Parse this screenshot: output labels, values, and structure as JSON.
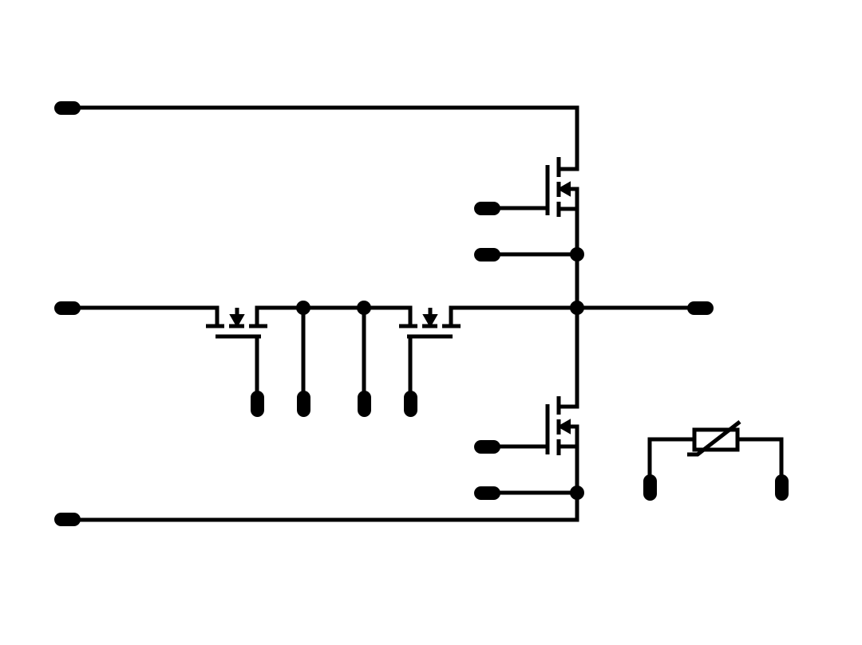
{
  "diagram": {
    "stroke_color": "#000000",
    "background_color": "#ffffff",
    "components": [
      {
        "kind": "mosfet",
        "orientation": "vertical",
        "name": "upper-mosfet"
      },
      {
        "kind": "mosfet",
        "orientation": "vertical",
        "name": "lower-mosfet"
      },
      {
        "kind": "mosfet",
        "orientation": "horizontal",
        "name": "left-series-mosfet"
      },
      {
        "kind": "mosfet",
        "orientation": "horizontal",
        "name": "right-series-mosfet"
      },
      {
        "kind": "varistor",
        "orientation": "horizontal",
        "name": "varistor"
      }
    ],
    "terminals": [
      {
        "name": "terminal-top-left"
      },
      {
        "name": "terminal-mid-left"
      },
      {
        "name": "terminal-bottom-left"
      },
      {
        "name": "terminal-output-right"
      },
      {
        "name": "terminal-upper-gate"
      },
      {
        "name": "terminal-upper-source"
      },
      {
        "name": "terminal-lower-gate"
      },
      {
        "name": "terminal-lower-source"
      },
      {
        "name": "terminal-left-mosfet-gate"
      },
      {
        "name": "terminal-bottom-2"
      },
      {
        "name": "terminal-bottom-3"
      },
      {
        "name": "terminal-right-mosfet-gate"
      },
      {
        "name": "terminal-varistor-left"
      },
      {
        "name": "terminal-varistor-right"
      }
    ],
    "junctions": [
      {
        "name": "junction-upper-source"
      },
      {
        "name": "junction-output-node"
      },
      {
        "name": "junction-lower-source"
      },
      {
        "name": "junction-mid-1"
      },
      {
        "name": "junction-mid-2"
      }
    ]
  }
}
